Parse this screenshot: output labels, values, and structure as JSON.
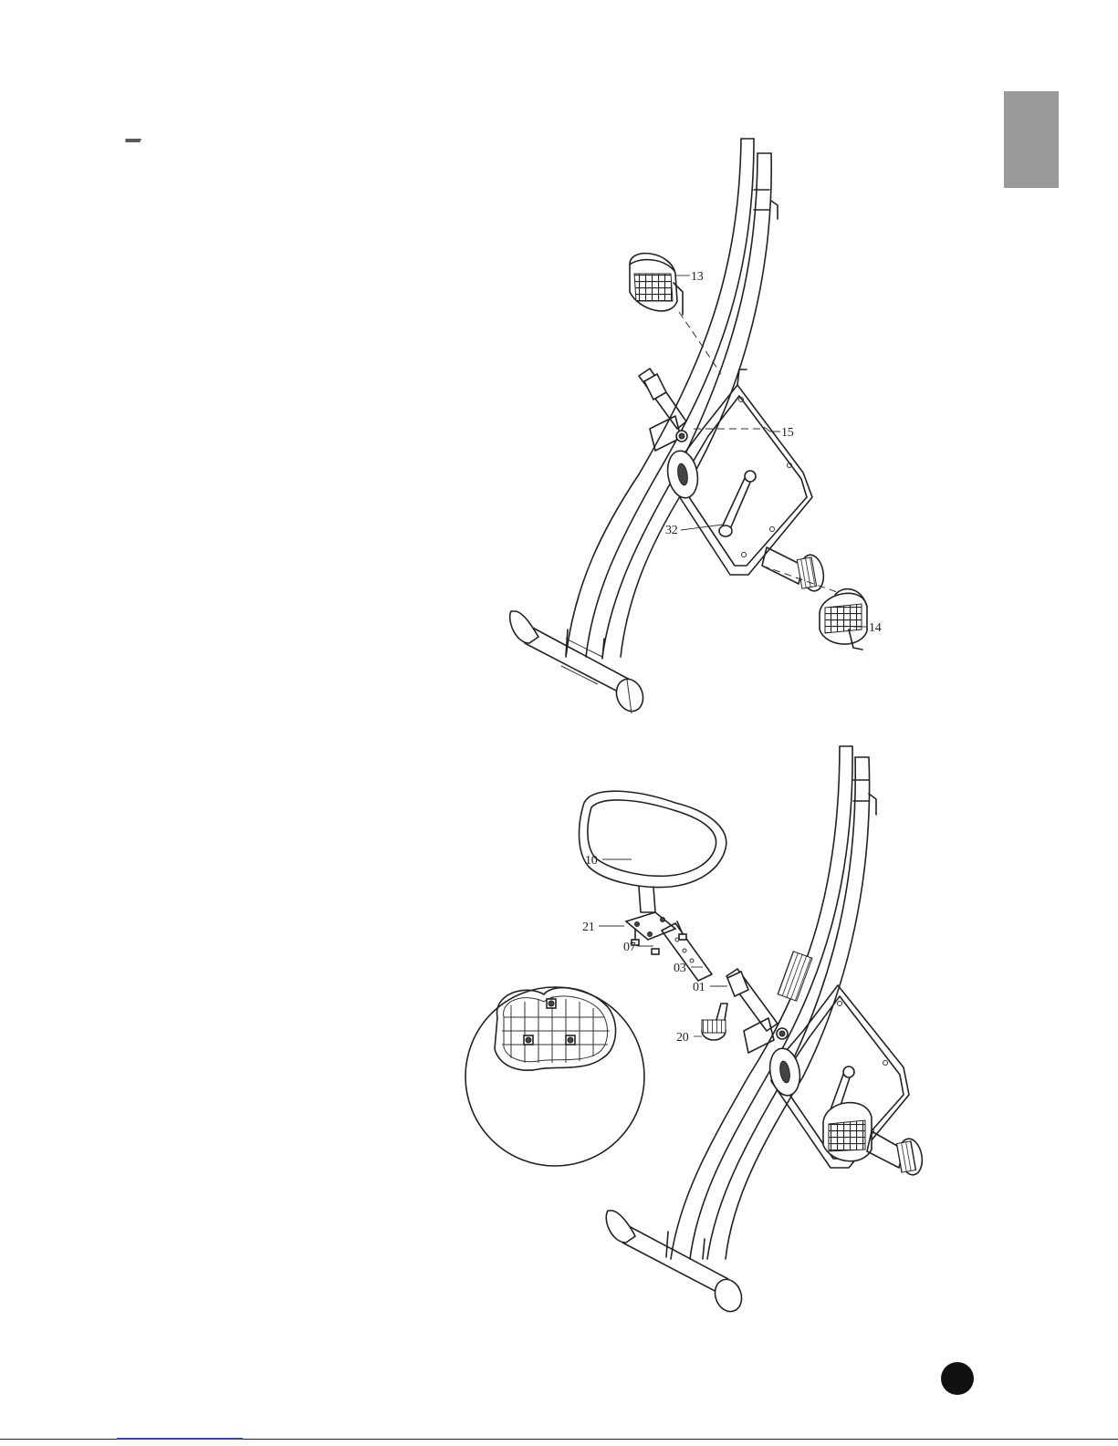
{
  "figure1": {
    "labels": [
      {
        "id": "p13",
        "text": "13"
      },
      {
        "id": "p15",
        "text": "15"
      },
      {
        "id": "p32",
        "text": "32"
      },
      {
        "id": "p14",
        "text": "14"
      }
    ]
  },
  "figure2": {
    "labels": [
      {
        "id": "p10",
        "text": "10"
      },
      {
        "id": "p21",
        "text": "21"
      },
      {
        "id": "p07",
        "text": "07"
      },
      {
        "id": "p03",
        "text": "03"
      },
      {
        "id": "p01",
        "text": "01"
      },
      {
        "id": "p20",
        "text": "20"
      }
    ]
  },
  "colors": {
    "tab": "#999999",
    "page_dot": "#111111",
    "line_art": "#222222"
  }
}
